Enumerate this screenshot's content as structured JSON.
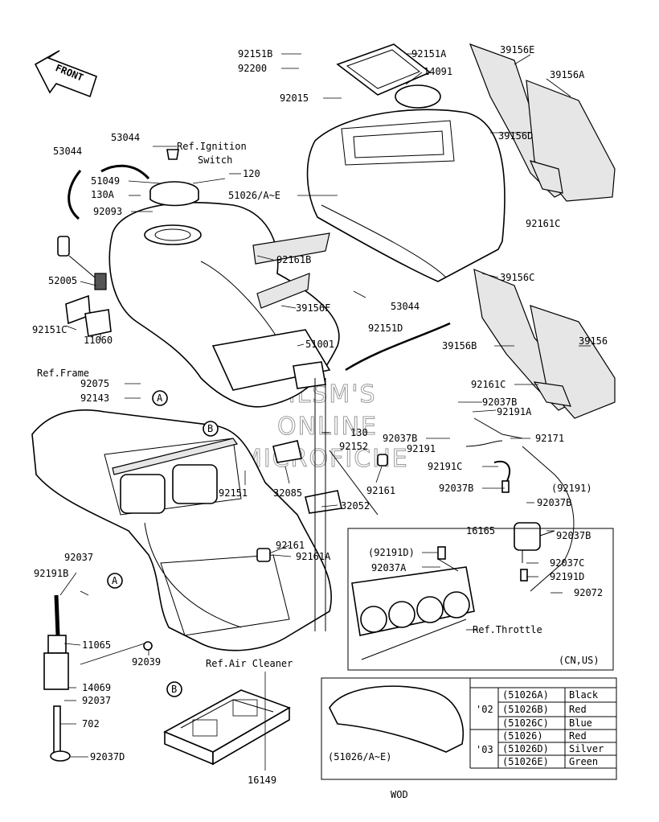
{
  "front_arrow": "FRONT",
  "watermark": [
    "HLSM'S",
    "ONLINE",
    "MICROFICHE"
  ],
  "callouts": [
    {
      "id": "c1",
      "text": "92151B"
    },
    {
      "id": "c2",
      "text": "92200"
    },
    {
      "id": "c3",
      "text": "92151A"
    },
    {
      "id": "c4",
      "text": "14091"
    },
    {
      "id": "c5",
      "text": "92015"
    },
    {
      "id": "c6",
      "text": "39156E"
    },
    {
      "id": "c7",
      "text": "39156A"
    },
    {
      "id": "c8",
      "text": "39156D"
    },
    {
      "id": "c9",
      "text": "92161C"
    },
    {
      "id": "c10",
      "text": "53044"
    },
    {
      "id": "c11",
      "text": "53044"
    },
    {
      "id": "c12",
      "text": "51049"
    },
    {
      "id": "c13",
      "text": "130A"
    },
    {
      "id": "c14",
      "text": "92093"
    },
    {
      "id": "c15",
      "text": "120"
    },
    {
      "id": "c16",
      "text": "51026/A~E"
    },
    {
      "id": "c17",
      "text": "92161B"
    },
    {
      "id": "c18",
      "text": "39156F"
    },
    {
      "id": "c19",
      "text": "92151D"
    },
    {
      "id": "c20",
      "text": "53044"
    },
    {
      "id": "c21",
      "text": "51001"
    },
    {
      "id": "c22",
      "text": "52005"
    },
    {
      "id": "c23",
      "text": "92151C"
    },
    {
      "id": "c24",
      "text": "11060"
    },
    {
      "id": "c25",
      "text": "39156C"
    },
    {
      "id": "c26",
      "text": "39156B"
    },
    {
      "id": "c27",
      "text": "39156"
    },
    {
      "id": "c28",
      "text": "92161C"
    },
    {
      "id": "c29",
      "text": "92037B"
    },
    {
      "id": "c30",
      "text": "92191A"
    },
    {
      "id": "c31",
      "text": "92075"
    },
    {
      "id": "c32",
      "text": "92143"
    },
    {
      "id": "c33",
      "text": "92037B"
    },
    {
      "id": "c34",
      "text": "130"
    },
    {
      "id": "c35",
      "text": "92152"
    },
    {
      "id": "c36",
      "text": "92191"
    },
    {
      "id": "c37",
      "text": "92171"
    },
    {
      "id": "c38",
      "text": "92191C"
    },
    {
      "id": "c39",
      "text": "92151"
    },
    {
      "id": "c40",
      "text": "32085"
    },
    {
      "id": "c41",
      "text": "92161"
    },
    {
      "id": "c42",
      "text": "92037B"
    },
    {
      "id": "c43",
      "text": "(92191)"
    },
    {
      "id": "c44",
      "text": "92037B"
    },
    {
      "id": "c45",
      "text": "32052"
    },
    {
      "id": "c46",
      "text": "16165"
    },
    {
      "id": "c47",
      "text": "92037B"
    },
    {
      "id": "c48",
      "text": "92161"
    },
    {
      "id": "c49",
      "text": "92161A"
    },
    {
      "id": "c50",
      "text": "(92191D)"
    },
    {
      "id": "c51",
      "text": "92037A"
    },
    {
      "id": "c52",
      "text": "92037C"
    },
    {
      "id": "c53",
      "text": "92191D"
    },
    {
      "id": "c54",
      "text": "92072"
    },
    {
      "id": "c55",
      "text": "92037"
    },
    {
      "id": "c56",
      "text": "92191B"
    },
    {
      "id": "c57",
      "text": "11065"
    },
    {
      "id": "c58",
      "text": "92039"
    },
    {
      "id": "c59",
      "text": "14069"
    },
    {
      "id": "c60",
      "text": "92037"
    },
    {
      "id": "c61",
      "text": "702"
    },
    {
      "id": "c62",
      "text": "92037D"
    },
    {
      "id": "c63",
      "text": "16149"
    }
  ],
  "ref_labels": {
    "ignition": "Ref.Ignition",
    "ignition_2": "Switch",
    "frame": "Ref.Frame",
    "air_cleaner": "Ref.Air Cleaner",
    "throttle": "Ref.Throttle",
    "region": "(CN,US)"
  },
  "markers": {
    "a": "A",
    "b": "B"
  },
  "color_table": {
    "years": [
      "'02",
      "'03"
    ],
    "rows": [
      {
        "part": "(51026A)",
        "color": "Black"
      },
      {
        "part": "(51026B)",
        "color": "Red"
      },
      {
        "part": "(51026C)",
        "color": "Blue"
      },
      {
        "part": "(51026)",
        "color": "Red"
      },
      {
        "part": "(51026D)",
        "color": "Silver"
      },
      {
        "part": "(51026E)",
        "color": "Green"
      }
    ],
    "tank_caption": "(51026/A~E)"
  },
  "footer_code": "WOD"
}
